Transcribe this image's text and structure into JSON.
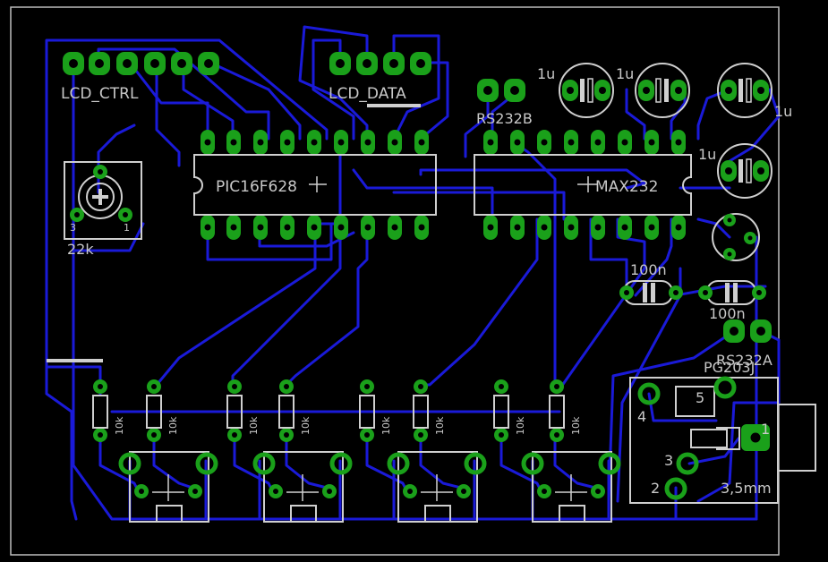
{
  "colors": {
    "background": "#000000",
    "trace": "#1a1ad8",
    "pad": "#1aa01a",
    "silkscreen": "#cfcfcf",
    "outline": "#bdbdbd"
  },
  "labels": {
    "lcd_ctrl": "LCD_CTRL",
    "lcd_data": "LCD_DATA",
    "rs232b": "RS232B",
    "rs232a": "RS232A",
    "pic": "PIC16F628",
    "max": "MAX232",
    "pot_value": "22k",
    "pot_pin3": "3",
    "pot_pin1": "1",
    "cap_1u_a": "1u",
    "cap_1u_b": "1u",
    "cap_1u_c": "1u",
    "cap_1u_d": "1u",
    "cap_100n_a": "100n",
    "cap_100n_b": "100n",
    "jack_name": "PG203J",
    "jack_size": "3,5mm",
    "jack_pin1": "1",
    "jack_pin2": "2",
    "jack_pin3": "3",
    "jack_pin4": "4",
    "jack_pin5": "5",
    "res1": "10k",
    "res2": "10k",
    "res3": "10k",
    "res4": "10k",
    "res5": "10k",
    "res6": "10k",
    "res7": "10k",
    "res8": "10k"
  }
}
